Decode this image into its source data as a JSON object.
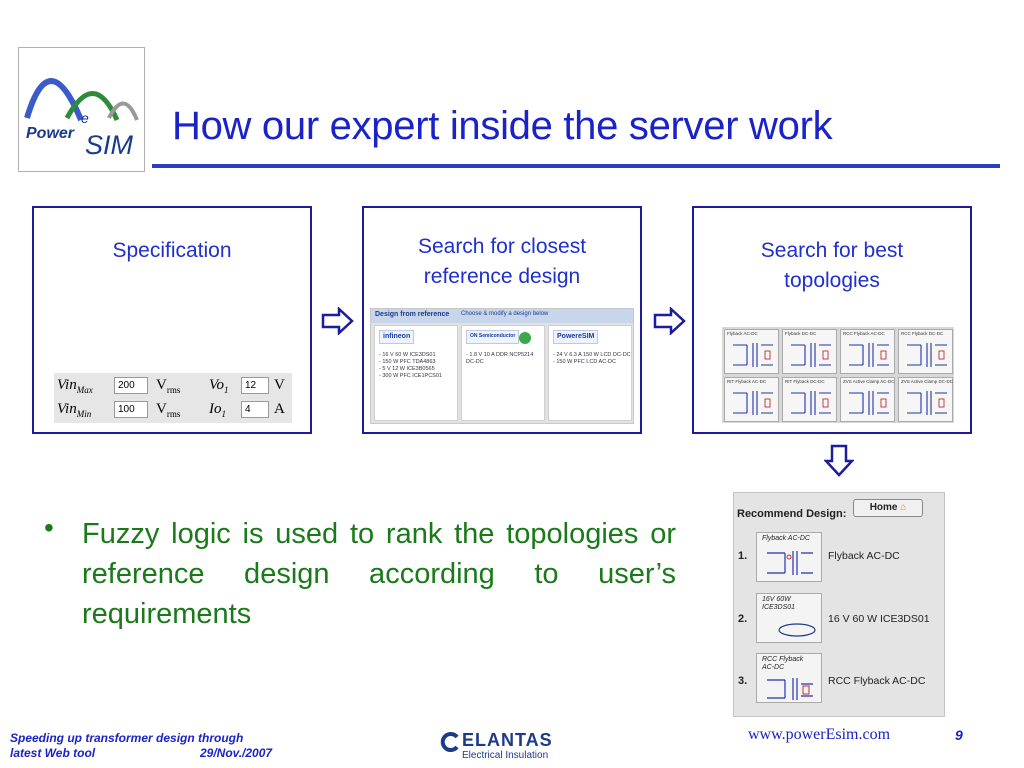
{
  "logo": {
    "word1": "Power",
    "superscript": "e",
    "word2": "SIM"
  },
  "title": "How our expert inside the server work",
  "boxes": {
    "specification": {
      "label": "Specification"
    },
    "reference": {
      "label": "Search for closest reference design"
    },
    "topologies": {
      "label": "Search for best topologies"
    }
  },
  "spec": {
    "vin_max": {
      "var": "Vin",
      "sub": "Max",
      "value": "200",
      "unit": "V",
      "unit_sub": "rms"
    },
    "vin_min": {
      "var": "Vin",
      "sub": "Min",
      "value": "100",
      "unit": "V",
      "unit_sub": "rms"
    },
    "vo1": {
      "var": "Vo",
      "sub": "1",
      "value": "12",
      "unit": "V"
    },
    "io1": {
      "var": "Io",
      "sub": "1",
      "value": "4",
      "unit": "A"
    }
  },
  "reference_panel": {
    "header": "Design from reference",
    "subheader": "Choose & modify a design below",
    "columns": [
      {
        "logo": "infineon",
        "lines": [
          "- 16 V 60 W ICE3DS01",
          "- 150 W PFC TDA4863",
          "- 5 V 12 W ICE3B0565",
          "- 300 W PFC ICE1PCS01"
        ]
      },
      {
        "logo": "ON Semiconductor",
        "lines": [
          "- 1.8 V 10 A DDR NCP5214 DC-DC"
        ]
      },
      {
        "logo": "PowereSIM",
        "lines": [
          "- 24 V 6.3 A 150 W LCD DC-DC",
          "- 150 W PFC LCD AC-DC"
        ]
      }
    ]
  },
  "topology_grid": [
    "Flyback AC-DC",
    "Flyback DC-DC",
    "RCC Flyback AC-DC",
    "RCC Flyback DC-DC",
    "RIT Flyback AC-DC",
    "RIT Flyback DC-DC",
    "ZVS Active Clamp AC-DC",
    "ZVS Active Clamp DC-DC"
  ],
  "bullet": "Fuzzy logic is used to rank the topologies or reference design according to user’s requirements",
  "recommend": {
    "title": "Recommend Design:",
    "home_button": "Home",
    "items": [
      {
        "num": "1.",
        "thumb": "Flyback AC-DC",
        "label": "Flyback AC-DC"
      },
      {
        "num": "2.",
        "thumb": "16V 60W ICE3DS01",
        "label": "16 V 60 W ICE3DS01"
      },
      {
        "num": "3.",
        "thumb": "RCC Flyback AC-DC",
        "label": "RCC Flyback AC-DC"
      }
    ]
  },
  "footer": {
    "left_line1": "Speeding up transformer design through",
    "left_line2": "latest Web tool",
    "date": "29/Nov./2007",
    "company": "ELANTAS",
    "company_sub": "Electrical Insulation",
    "url": "www.powerEsim.com",
    "page": "9"
  },
  "colors": {
    "title": "#1a22c8",
    "box_border": "#1c1c9c",
    "bullet": "#1a7a1a",
    "rule": "#2b3fbf"
  }
}
